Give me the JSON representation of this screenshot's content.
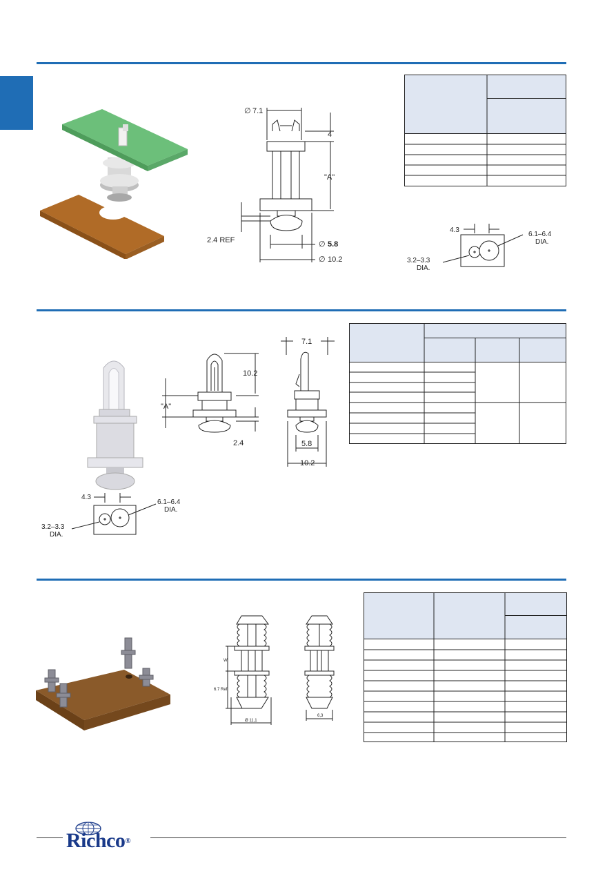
{
  "colors": {
    "accent": "#1f6db5",
    "table_header_fill": "#dfe6f2",
    "green_board": "#6cbf7a",
    "brown_board": "#c8823a",
    "wood_board": "#8a5a2a"
  },
  "section1": {
    "dims": {
      "d71": "7.1",
      "four": "4",
      "a": "\"A\"",
      "ref24": "2.4 REF",
      "d58": "5.8",
      "d102": "10.2"
    },
    "hole": {
      "dim43": "4.3",
      "big": "6.1–6.4",
      "big_dia": "DIA.",
      "small": "3.2–3.3",
      "small_dia": "DIA."
    }
  },
  "section2": {
    "dims": {
      "d102top": "10.2",
      "a": "\"A\"",
      "d24": "2.4",
      "d71": "7.1",
      "d58": "5.8",
      "d102": "10.2"
    },
    "hole": {
      "dim43": "4.3",
      "big": "6.1–6.4",
      "big_dia": "DIA.",
      "small": "3.2–3.3",
      "small_dia": "DIA."
    }
  },
  "section3": {
    "dims": {
      "w": "W",
      "ref67": "6.7 Ref.",
      "d111": "Ø 11,1",
      "d63": "6,3"
    }
  },
  "footer": {
    "brand": "Richco",
    "registered": "®"
  }
}
